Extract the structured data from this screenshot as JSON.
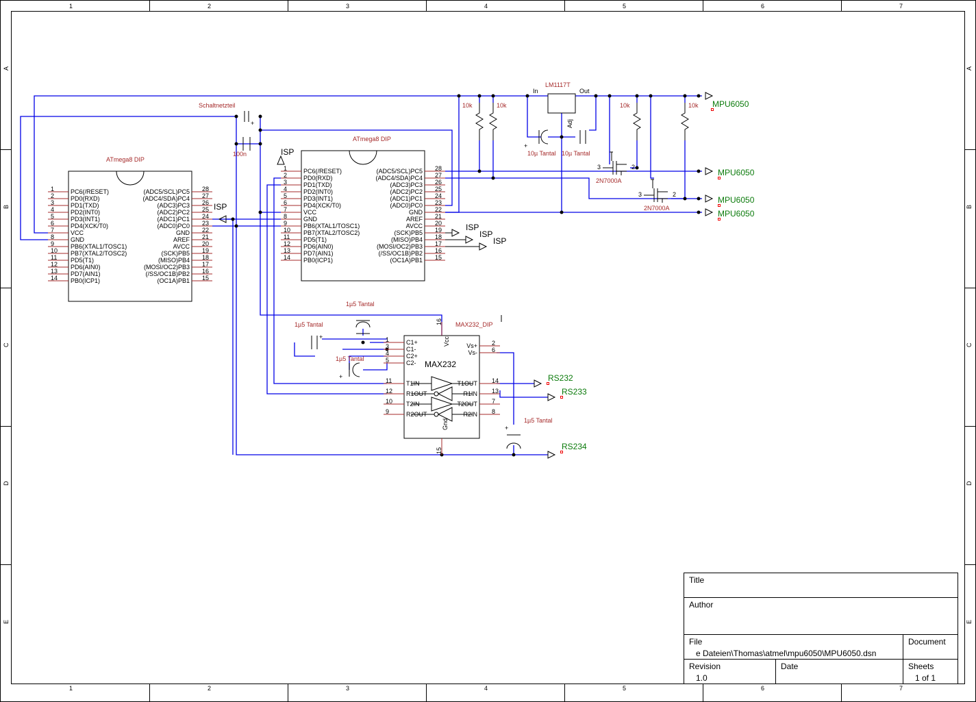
{
  "border": {
    "cols": [
      "1",
      "2",
      "3",
      "4",
      "5",
      "6",
      "7"
    ],
    "rows": [
      "A",
      "B",
      "C",
      "D",
      "E"
    ]
  },
  "ic1": {
    "label": "ATmega8 DIP",
    "left_pins": [
      {
        "num": "1",
        "name": "PC6(/RESET)"
      },
      {
        "num": "2",
        "name": "PD0(RXD)"
      },
      {
        "num": "3",
        "name": "PD1(TXD)"
      },
      {
        "num": "4",
        "name": "PD2(INT0)"
      },
      {
        "num": "5",
        "name": "PD3(INT1)"
      },
      {
        "num": "6",
        "name": "PD4(XCK/T0)"
      },
      {
        "num": "7",
        "name": "VCC"
      },
      {
        "num": "8",
        "name": "GND"
      },
      {
        "num": "9",
        "name": "PB6(XTAL1/TOSC1)"
      },
      {
        "num": "10",
        "name": "PB7(XTAL2/TOSC2)"
      },
      {
        "num": "11",
        "name": "PD5(T1)"
      },
      {
        "num": "12",
        "name": "PD6(AIN0)"
      },
      {
        "num": "13",
        "name": "PD7(AIN1)"
      },
      {
        "num": "14",
        "name": "PB0(ICP1)"
      }
    ],
    "right_pins": [
      {
        "num": "28",
        "name": "(ADC5/SCL)PC5"
      },
      {
        "num": "27",
        "name": "(ADC4/SDA)PC4"
      },
      {
        "num": "26",
        "name": "(ADC3)PC3"
      },
      {
        "num": "25",
        "name": "(ADC2)PC2"
      },
      {
        "num": "24",
        "name": "(ADC1)PC1"
      },
      {
        "num": "23",
        "name": "(ADC0)PC0"
      },
      {
        "num": "22",
        "name": "GND"
      },
      {
        "num": "21",
        "name": "AREF"
      },
      {
        "num": "20",
        "name": "AVCC"
      },
      {
        "num": "19",
        "name": "(SCK)PB5"
      },
      {
        "num": "18",
        "name": "(MISO)PB4"
      },
      {
        "num": "17",
        "name": "(MOSI/OC2)PB3"
      },
      {
        "num": "16",
        "name": "(/SS/OC1B)PB2"
      },
      {
        "num": "15",
        "name": "(OC1A)PB1"
      }
    ]
  },
  "ic2": {
    "label": "ATmega8 DIP",
    "left_pins": [
      {
        "num": "1",
        "name": "PC6(/RESET)"
      },
      {
        "num": "2",
        "name": "PD0(RXD)"
      },
      {
        "num": "3",
        "name": "PD1(TXD)"
      },
      {
        "num": "4",
        "name": "PD2(INT0)"
      },
      {
        "num": "5",
        "name": "PD3(INT1)"
      },
      {
        "num": "6",
        "name": "PD4(XCK/T0)"
      },
      {
        "num": "7",
        "name": "VCC"
      },
      {
        "num": "8",
        "name": "GND"
      },
      {
        "num": "9",
        "name": "PB6(XTAL1/TOSC1)"
      },
      {
        "num": "10",
        "name": "PB7(XTAL2/TOSC2)"
      },
      {
        "num": "11",
        "name": "PD5(T1)"
      },
      {
        "num": "12",
        "name": "PD6(AIN0)"
      },
      {
        "num": "13",
        "name": "PD7(AIN1)"
      },
      {
        "num": "14",
        "name": "PB0(ICP1)"
      }
    ],
    "right_pins": [
      {
        "num": "28",
        "name": "(ADC5/SCL)PC5"
      },
      {
        "num": "27",
        "name": "(ADC4/SDA)PC4"
      },
      {
        "num": "26",
        "name": "(ADC3)PC3"
      },
      {
        "num": "25",
        "name": "(ADC2)PC2"
      },
      {
        "num": "24",
        "name": "(ADC1)PC1"
      },
      {
        "num": "23",
        "name": "(ADC0)PC0"
      },
      {
        "num": "22",
        "name": "GND"
      },
      {
        "num": "21",
        "name": "AREF"
      },
      {
        "num": "20",
        "name": "AVCC"
      },
      {
        "num": "19",
        "name": "(SCK)PB5"
      },
      {
        "num": "18",
        "name": "(MISO)PB4"
      },
      {
        "num": "17",
        "name": "(MOSI/OC2)PB3"
      },
      {
        "num": "16",
        "name": "(/SS/OC1B)PB2"
      },
      {
        "num": "15",
        "name": "(OC1A)PB1"
      }
    ]
  },
  "max232": {
    "label": "MAX232_DIP",
    "title": "MAX232",
    "left_pins": [
      {
        "num": "1",
        "name": "C1+"
      },
      {
        "num": "3",
        "name": "C1-"
      },
      {
        "num": "4",
        "name": "C2+"
      },
      {
        "num": "5",
        "name": "C2-"
      },
      {
        "num": "11",
        "name": "T1IN"
      },
      {
        "num": "12",
        "name": "R1OUT"
      },
      {
        "num": "10",
        "name": "T2IN"
      },
      {
        "num": "9",
        "name": "R2OUT"
      }
    ],
    "right_pins": [
      {
        "num": "2",
        "name": "Vs+"
      },
      {
        "num": "6",
        "name": "Vs-"
      },
      {
        "num": "14",
        "name": "T1OUT"
      },
      {
        "num": "13",
        "name": "R1IN"
      },
      {
        "num": "7",
        "name": "T2OUT"
      },
      {
        "num": "8",
        "name": "R2IN"
      }
    ],
    "vcc": {
      "num": "16",
      "name": "Vcc"
    },
    "gnd": {
      "num": "15",
      "name": "Gnd"
    }
  },
  "regulator": {
    "label": "LM1117T",
    "in": "In",
    "out": "Out",
    "adj": "Adj"
  },
  "components": {
    "psu": "Schaltnetzteil",
    "cap_100n": "100n",
    "cap_tantal_10": "10µ Tantal",
    "cap_tantal_10b": "10µ Tantal",
    "cap_tantal_1a": "1µ5 Tantal",
    "cap_tantal_1b": "1µ5 Tantal",
    "cap_tantal_1c": "1µ5 Tantal",
    "cap_tantal_1d": "1µ5 Tantal",
    "r1": "10k",
    "r2": "10k",
    "r3": "10k",
    "r4": "10k",
    "q1": "2N7000A",
    "q2": "2N7000A",
    "q1_pins": [
      "3",
      "2"
    ],
    "q2_pins": [
      "3",
      "2"
    ]
  },
  "nets": {
    "isp1": "ISP",
    "isp2": "ISP",
    "isp3": "ISP",
    "isp4": "ISP",
    "isp5": "ISP",
    "mpu1": "MPU6050",
    "mpu2": "MPU6050",
    "mpu3": "MPU6050",
    "mpu4": "MPU6050",
    "rs232": "RS232",
    "rs233": "RS233",
    "rs234": "RS234"
  },
  "titleblock": {
    "title_label": "Title",
    "author_label": "Author",
    "file_label": "File",
    "file_value": "e Dateien\\Thomas\\atmel\\mpu6050\\MPU6050.dsn",
    "document_label": "Document",
    "revision_label": "Revision",
    "revision_value": "1.0",
    "date_label": "Date",
    "sheets_label": "Sheets",
    "sheets_value": "1 of 1"
  },
  "colors": {
    "wire": "#0000e6",
    "part": "#a52a2a",
    "net": "#0a7a0a"
  }
}
